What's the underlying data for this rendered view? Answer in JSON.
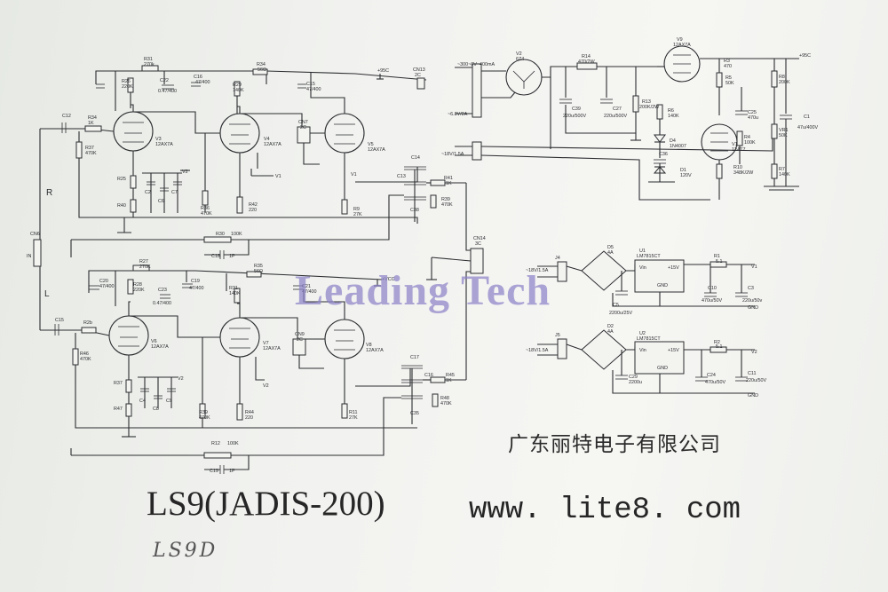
{
  "watermark": "Leading Tech",
  "company": "广东丽特电子有限公司",
  "model": "LS9(JADIS-200)",
  "url": "www. lite8. com",
  "handwritten": "LS9D",
  "labels": {
    "r31": "R31",
    "r31v": "270k",
    "r26": "R26",
    "r26v": "220K",
    "c22": "C22",
    "c22v": "0.47/400",
    "c16": "C16",
    "c16v": "47/400",
    "r34": "R34",
    "r34v": "56Ω",
    "r29": "R29",
    "r29v": "140K",
    "c15": "C15",
    "c15v": "47/400",
    "vcc_top": "+95C",
    "cn13": "CN13",
    "cn13v": "2C",
    "c12": "C12",
    "r34b": "R34",
    "r34bv": "1K",
    "r37": "R37",
    "r37v": "470K",
    "v3": "V3",
    "v3t": "12AX7A",
    "v4": "V4",
    "v4t": "12AX7A",
    "v5": "V5",
    "v5t": "12AX7A",
    "cn7": "CN7",
    "cn7v": "2C",
    "v1a": "V1",
    "v1b": "V1",
    "r25": "R25",
    "r40": "R40",
    "c2": "C2",
    "c6": "C6",
    "c7": "C7",
    "v2a": "V2",
    "r36": "R36",
    "r36v": "470K",
    "r42": "R42",
    "r42v": "220",
    "r9": "R9",
    "r9v": "27K",
    "c14": "C14",
    "c13": "C13",
    "c38": "C38",
    "r41": "R41",
    "r41v": "1K",
    "r39": "R39",
    "r39v": "470K",
    "ch_r": "R",
    "ch_l": "L",
    "cn6": "CN6",
    "in_label": "IN",
    "r30": "R30",
    "r30v": "100K",
    "c18": "C18",
    "c18v": "1P",
    "r27": "R27",
    "r27v": "270K",
    "r35": "R35",
    "r35v": "56Ω",
    "c20": "C20",
    "c20v": "47/400",
    "r28": "R28",
    "r28v": "220K",
    "c23": "C23",
    "c23v": "0.47/400",
    "c19": "C19",
    "c19v": "47/400",
    "r31b": "R31",
    "r31bv": "140K",
    "c21": "C21",
    "c21v": "47/400",
    "vcc_mid": "+VCC",
    "cn14": "CN14",
    "cn14v": "3C",
    "c15b": "C15",
    "r2b": "R2b",
    "r46": "R46",
    "r46v": "470K",
    "v6": "V6",
    "v6t": "12AX7A",
    "v7": "V7",
    "v7t": "12AX7A",
    "v8": "V8",
    "v8t": "12AX7A",
    "cn9": "CN9",
    "cn9v": "2C",
    "r37b": "R37",
    "r47": "R47",
    "c4": "C4",
    "c8": "C8",
    "c9": "C9",
    "v2b": "V2",
    "v2c": "V2",
    "r39b": "R39",
    "r39bv": "470K",
    "r44": "R44",
    "r44v": "220",
    "r11": "R11",
    "r11v": "27K",
    "c17": "C17",
    "c16b": "C16",
    "c35": "C35",
    "r45": "R45",
    "r45v": "1K",
    "r48": "R48",
    "r48v": "470K",
    "r12": "R12",
    "r12v": "100K",
    "c19b": "C19",
    "c19bv": "1P",
    "v2t": "V2",
    "v2tt": "6Z4",
    "r14": "R14",
    "r14v": "470/2W",
    "v9": "V9",
    "v9t": "12AX7A",
    "vcc_right": "+95C",
    "r3": "R3",
    "r3v": "470",
    "r8": "R8",
    "r8v": "200K",
    "c39": "C39",
    "c39v": "220u/500V",
    "c27": "C27",
    "c27v": "220u/500V",
    "r13": "R13",
    "r13v": "200K/2W",
    "r5": "R5",
    "r5v": "50K",
    "r6": "R6",
    "r6v": "140K",
    "c25": "C25",
    "c25v": "470u",
    "c1": "C1",
    "c1v": "47u/400V",
    "r4": "R4",
    "r4v": "100K",
    "vr1": "VR1",
    "vr1v": "50K",
    "d4": "D4",
    "d4v": "1N4007",
    "c36": "C36",
    "d1": "D1",
    "d1v": "120V",
    "vt": "V1",
    "vtt": "12AT7",
    "r10": "R10",
    "r10v": "348K/2W",
    "r7": "R7",
    "r7v": "140K",
    "ac_top": "~300~0V~400mA",
    "ac_mid": "~6.3V/2A",
    "ac_low": "~18V/1.5A",
    "j1": "J4",
    "ac_ps1": "~18V/1.5A",
    "d5": "D5",
    "d5v": "4A",
    "u1": "U1",
    "u1v": "LM7815CT",
    "vin1": "Vin",
    "p15a": "+15V",
    "gnd1": "GND",
    "r1": "R1",
    "r1v": "5.1",
    "v1out": "V1",
    "c5": "C5",
    "c5v": "2200u/25V",
    "c10": "C10",
    "c10v": "470u/50V",
    "c3": "C3",
    "c3v": "220u/50v",
    "gnda": "GND",
    "j5": "J5",
    "ac_ps2": "~18V/1.5A",
    "d2": "D2",
    "d2v": "4A",
    "u2": "U2",
    "u2v": "LM7815CT",
    "vin2": "Vin",
    "p15b": "+15V",
    "gnd2": "GND",
    "r2": "R2",
    "r2v": "5.1",
    "v2out": "V2",
    "c29": "C29",
    "c29v": "2200u",
    "c24": "C24",
    "c24v": "470u/50V",
    "c11": "C11",
    "c11v": "220u/50V",
    "gndb": "GND"
  }
}
